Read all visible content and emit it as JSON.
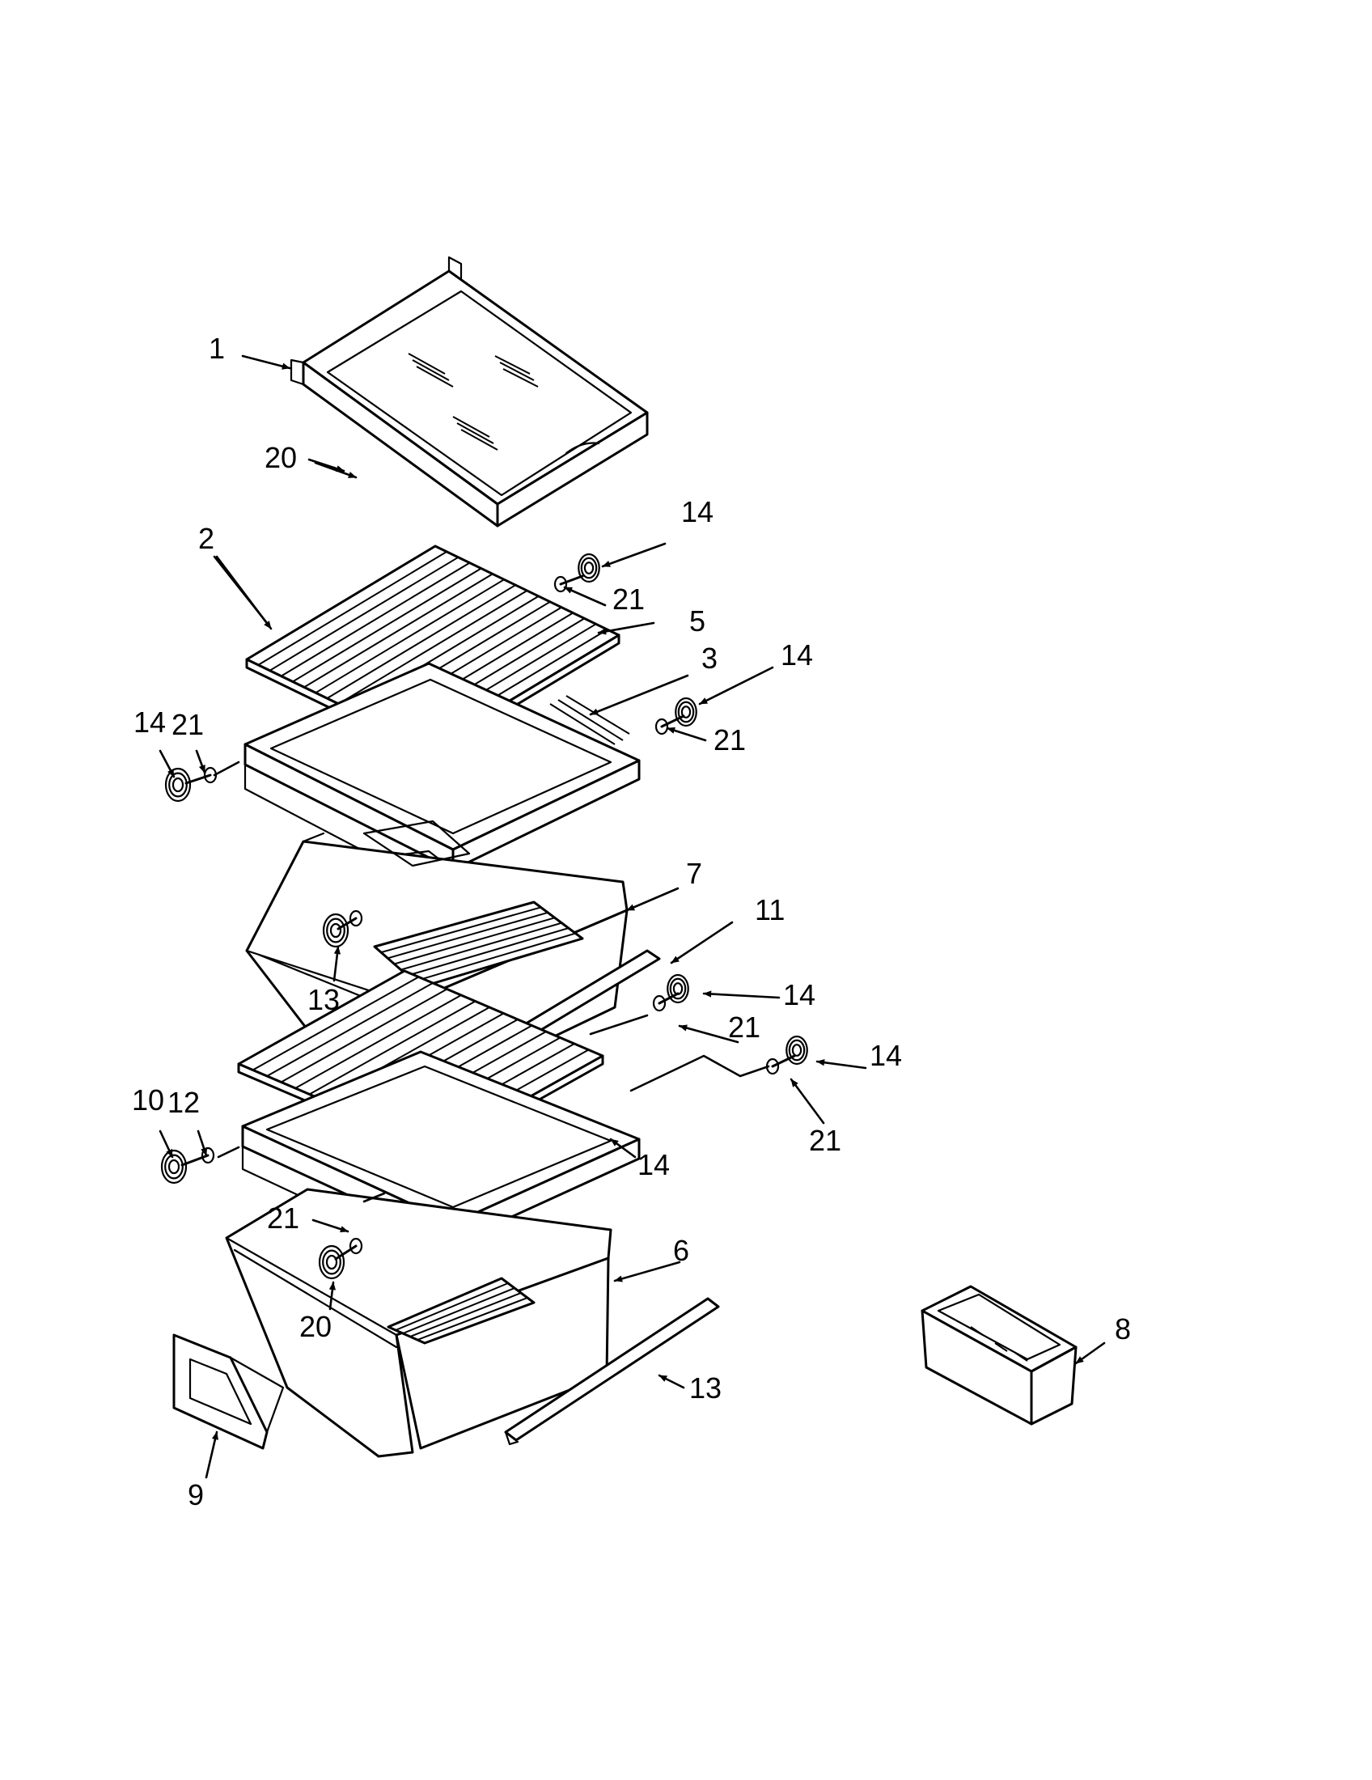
{
  "diagram": {
    "callouts": [
      {
        "id": "c1",
        "text": "1"
      },
      {
        "id": "c14a",
        "text": "14"
      },
      {
        "id": "c21a",
        "text": "21"
      },
      {
        "id": "c5",
        "text": "5"
      },
      {
        "id": "c3",
        "text": "3"
      },
      {
        "id": "c14b",
        "text": "14"
      },
      {
        "id": "c21b",
        "text": "21"
      },
      {
        "id": "c14c",
        "text": "14"
      },
      {
        "id": "c21c",
        "text": "21"
      },
      {
        "id": "c20a",
        "text": "20"
      },
      {
        "id": "c7",
        "text": "7"
      },
      {
        "id": "c11",
        "text": "11"
      },
      {
        "id": "c13a",
        "text": "13"
      },
      {
        "id": "c2",
        "text": "2"
      },
      {
        "id": "c14d",
        "text": "14"
      },
      {
        "id": "c21d",
        "text": "21"
      },
      {
        "id": "c14e",
        "text": "14"
      },
      {
        "id": "c21e",
        "text": "21"
      },
      {
        "id": "c14f",
        "text": "14"
      },
      {
        "id": "c21f",
        "text": "21"
      },
      {
        "id": "c6",
        "text": "6"
      },
      {
        "id": "c20b",
        "text": "20"
      },
      {
        "id": "c8",
        "text": "8"
      },
      {
        "id": "c13b",
        "text": "13"
      },
      {
        "id": "c9",
        "text": "9"
      },
      {
        "id": "c10",
        "text": "10"
      },
      {
        "id": "c12",
        "text": "12"
      }
    ]
  }
}
